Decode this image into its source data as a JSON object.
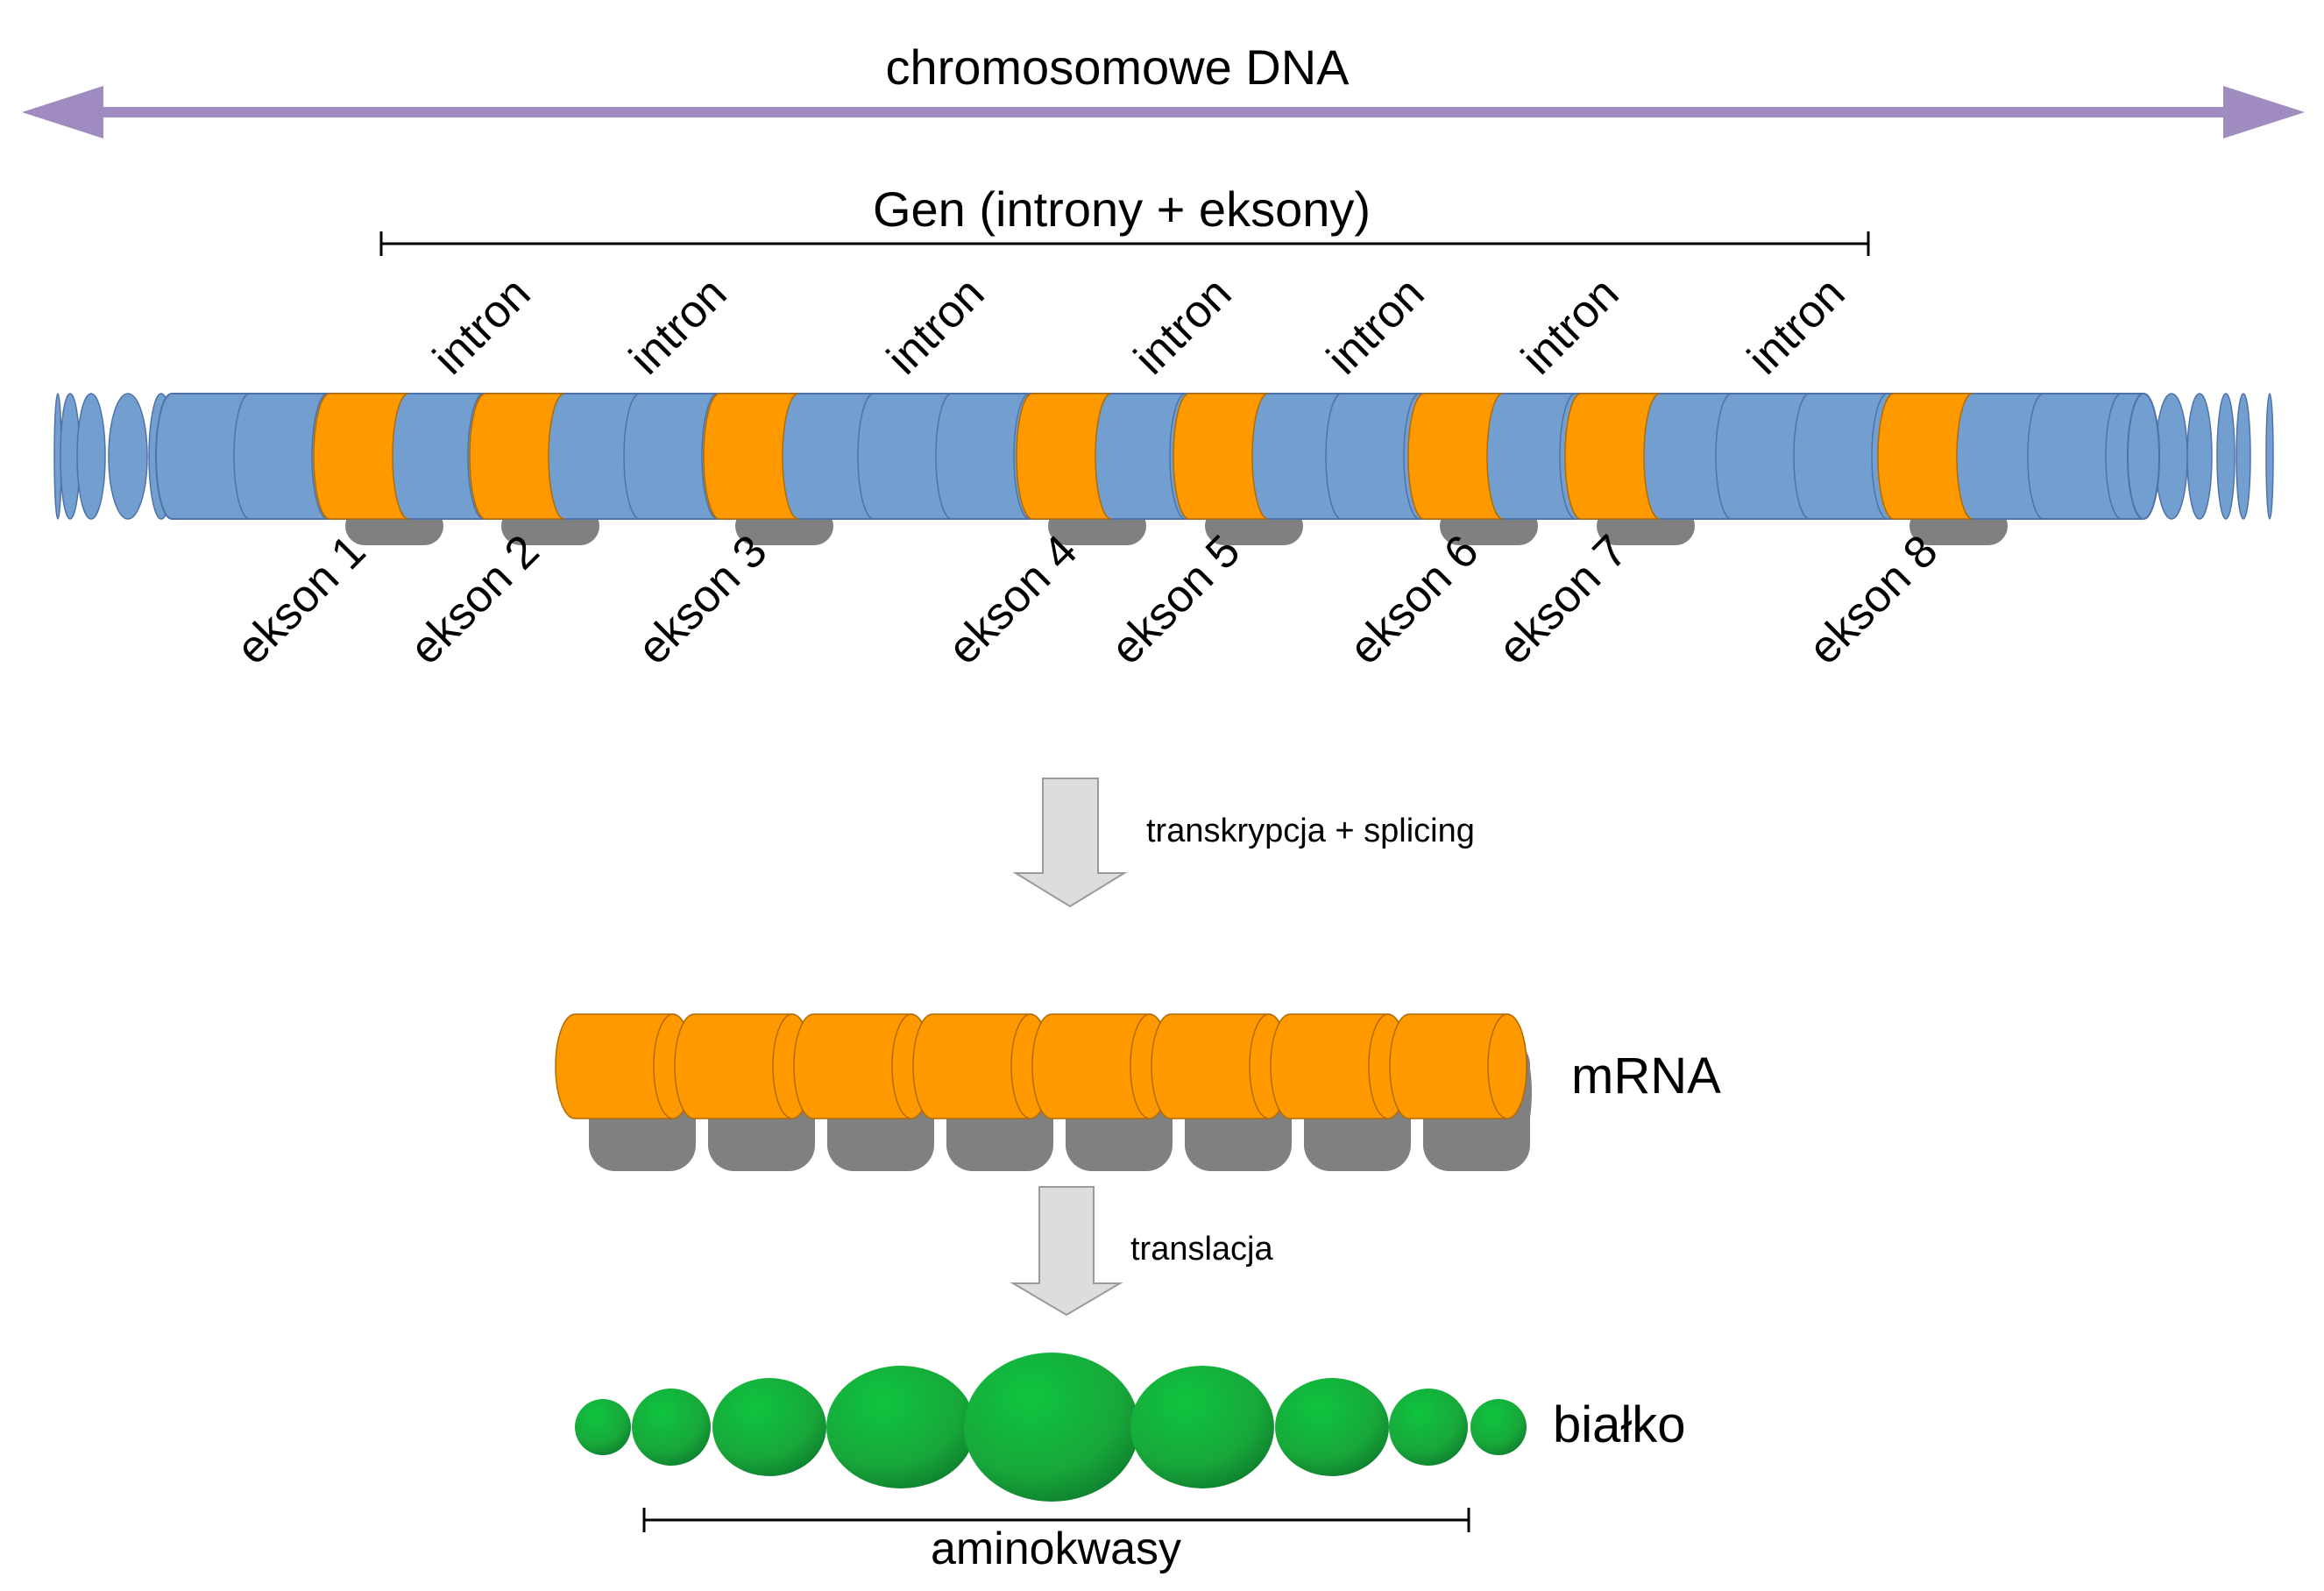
{
  "labels": {
    "chromosome": "chromosomowe DNA",
    "gene": "Gen (introny + eksony)",
    "transcription": "transkrypcja + splicing",
    "translation": "translacja",
    "mrna": "mRNA",
    "protein": "białko",
    "amino_acids": "aminokwasy"
  },
  "introns": [
    "intron",
    "intron",
    "intron",
    "intron",
    "intron",
    "intron",
    "intron"
  ],
  "exons": [
    "ekson 1",
    "ekson 2",
    "ekson 3",
    "ekson 4",
    "ekson 5",
    "ekson 6",
    "ekson 7",
    "ekson 8"
  ],
  "colors": {
    "dna_arrow": "#9f8bbf",
    "intron": "#729fcf",
    "exon": "#ff9900",
    "shadow": "#808080",
    "process_arrow": "#dddddd",
    "protein": "#18a83a",
    "protein_dark": "#0b6f2a"
  },
  "icons": {
    "process_arrow": "down-arrow-icon",
    "dna_arrow": "double-headed-arrow-icon"
  }
}
